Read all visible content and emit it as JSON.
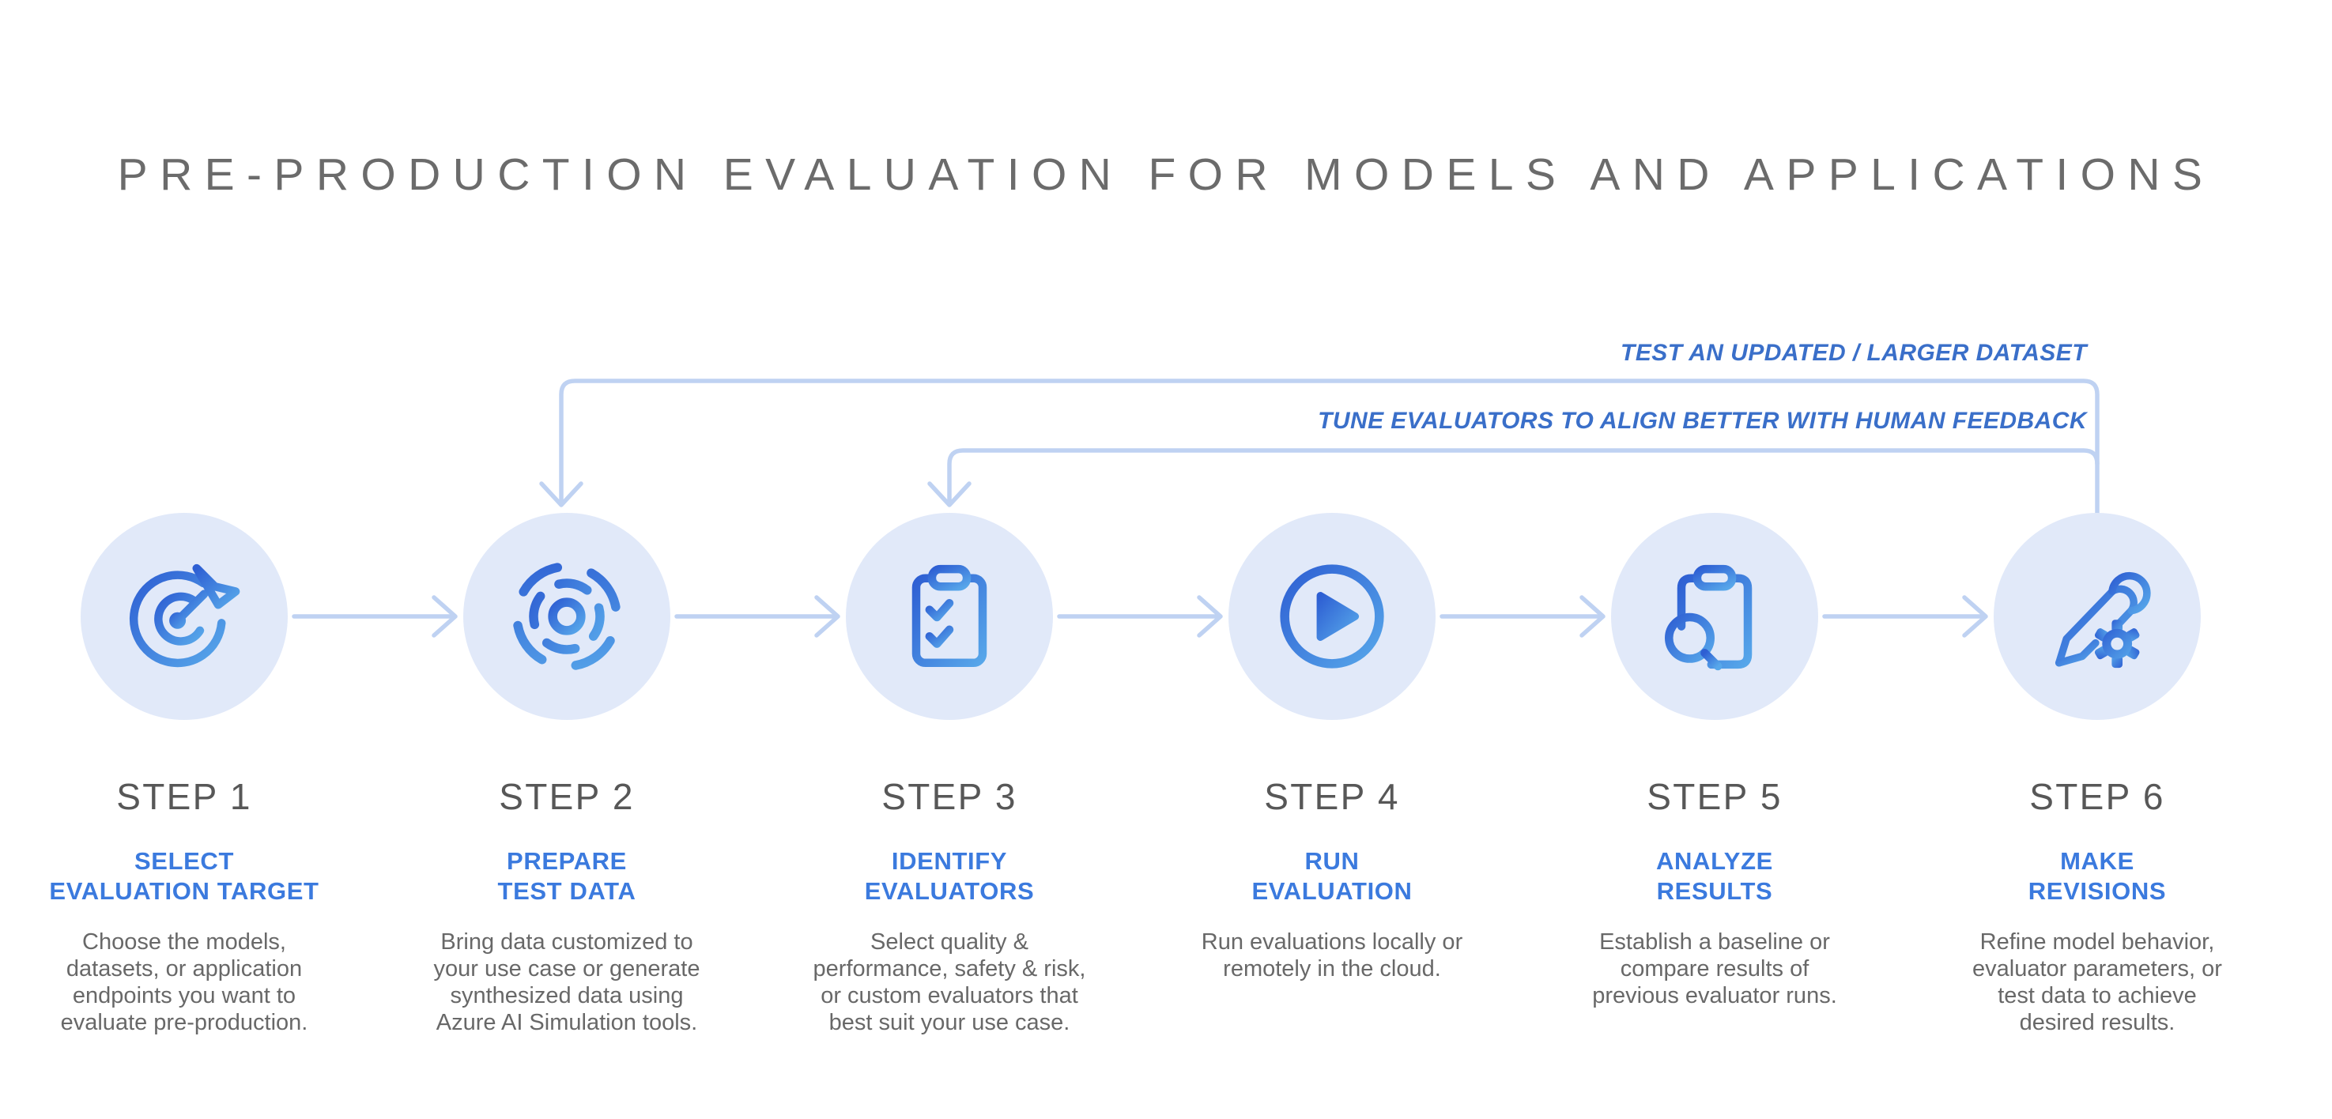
{
  "title": "PRE-PRODUCTION EVALUATION FOR MODELS AND APPLICATIONS",
  "feedback_loops": [
    {
      "label": "TEST AN UPDATED / LARGER DATASET",
      "from_step": "STEP 6",
      "to_step": "STEP 2"
    },
    {
      "label": "TUNE EVALUATORS TO ALIGN BETTER WITH HUMAN FEEDBACK",
      "from_step": "STEP 6",
      "to_step": "STEP 3"
    }
  ],
  "steps": [
    {
      "label": "STEP 1",
      "heading_lines": [
        "SELECT",
        "EVALUATION TARGET"
      ],
      "description": "Choose the models, datasets, or application endpoints you want to evaluate pre-production.",
      "icon": "target-icon"
    },
    {
      "label": "STEP 2",
      "heading_lines": [
        "PREPARE",
        "TEST DATA"
      ],
      "description": "Bring data customized to your use case or generate synthesized data using Azure AI Simulation tools.",
      "icon": "radar-icon"
    },
    {
      "label": "STEP 3",
      "heading_lines": [
        "IDENTIFY",
        "EVALUATORS"
      ],
      "description": "Select quality & performance, safety & risk, or custom evaluators that best suit your use case.",
      "icon": "clipboard-check-icon"
    },
    {
      "label": "STEP 4",
      "heading_lines": [
        "RUN",
        "EVALUATION"
      ],
      "description": "Run evaluations locally or remotely in the cloud.",
      "icon": "play-icon"
    },
    {
      "label": "STEP 5",
      "heading_lines": [
        "ANALYZE",
        "RESULTS"
      ],
      "description": "Establish a baseline or compare results of previous evaluator runs.",
      "icon": "clipboard-search-icon"
    },
    {
      "label": "STEP 6",
      "heading_lines": [
        "MAKE",
        "REVISIONS"
      ],
      "description": "Refine model behavior, evaluator parameters, or test data to achieve desired results.",
      "icon": "pencil-gear-icon"
    }
  ],
  "colors": {
    "background": "#ffffff",
    "title_gray": "#6b6b6b",
    "step_gray": "#575757",
    "body_gray": "#686868",
    "heading_blue": "#3b7ade",
    "feedback_blue": "#3a6fc9",
    "arrow_blue": "#bfd2f2",
    "circle_fill": "#e1e9f9",
    "icon_gradient_start": "#2e5fd3",
    "icon_gradient_end": "#57a7ea"
  }
}
